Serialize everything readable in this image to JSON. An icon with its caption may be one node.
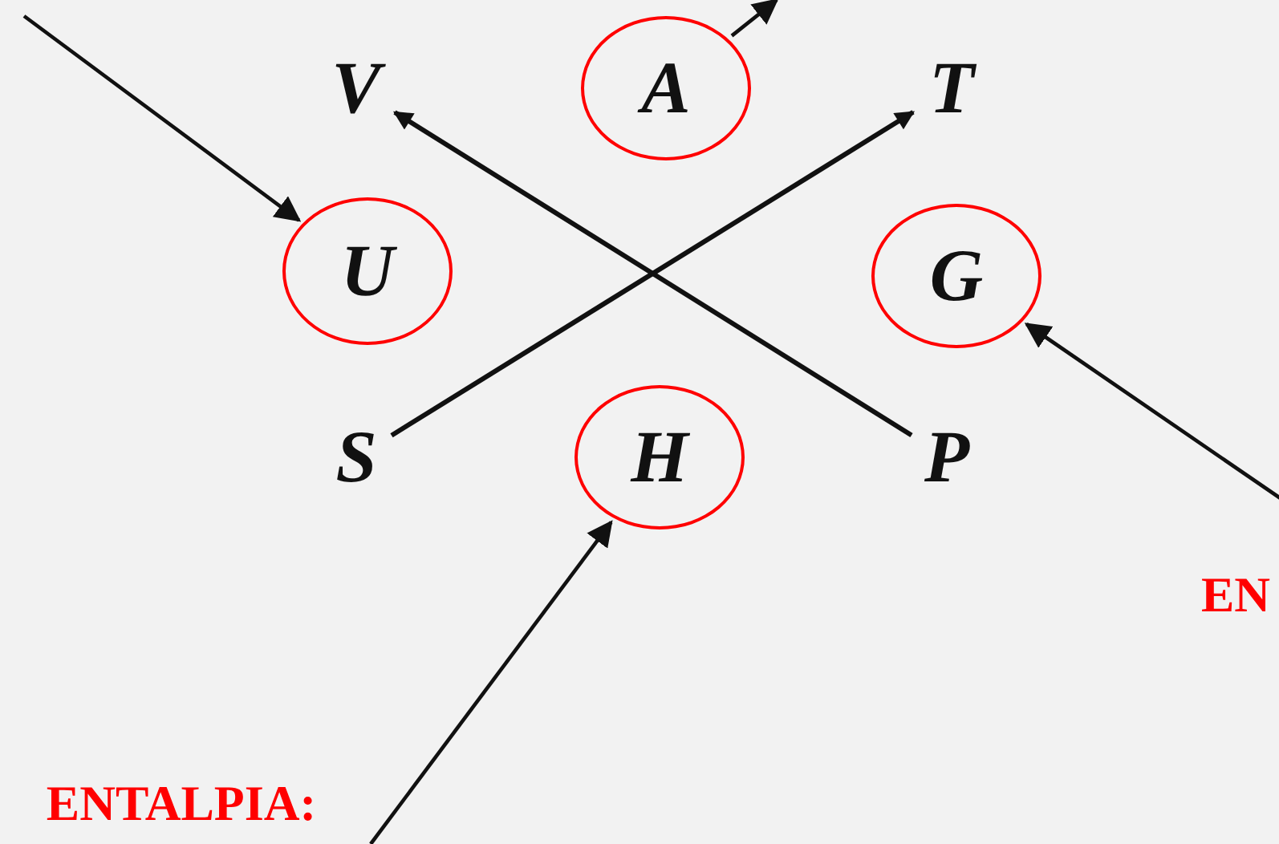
{
  "diagram": {
    "nodes": [
      {
        "text": [
          "V"
        ]
      },
      {
        "text": [
          "A"
        ]
      },
      {
        "text": [
          "T"
        ]
      },
      {
        "text": [
          "U"
        ]
      },
      {
        "text": [
          "G"
        ]
      },
      {
        "text": [
          "S"
        ]
      },
      {
        "text": [
          "H"
        ]
      },
      {
        "text": [
          "P"
        ]
      },
      {
        "text": [
          "ENTALPIA:"
        ]
      },
      {
        "text": [
          "EN"
        ]
      }
    ],
    "edges": [
      {
        "from": 5,
        "to": 2,
        "arrow": "to"
      },
      {
        "from": 7,
        "to": 0,
        "arrow": "to"
      },
      {
        "from": null,
        "to": 3,
        "arrow": "to"
      },
      {
        "from": 8,
        "to": 6,
        "arrow": "to"
      },
      {
        "from": null,
        "to": 4,
        "arrow": "to"
      },
      {
        "from": 1,
        "to": null,
        "arrow": "to"
      }
    ]
  }
}
